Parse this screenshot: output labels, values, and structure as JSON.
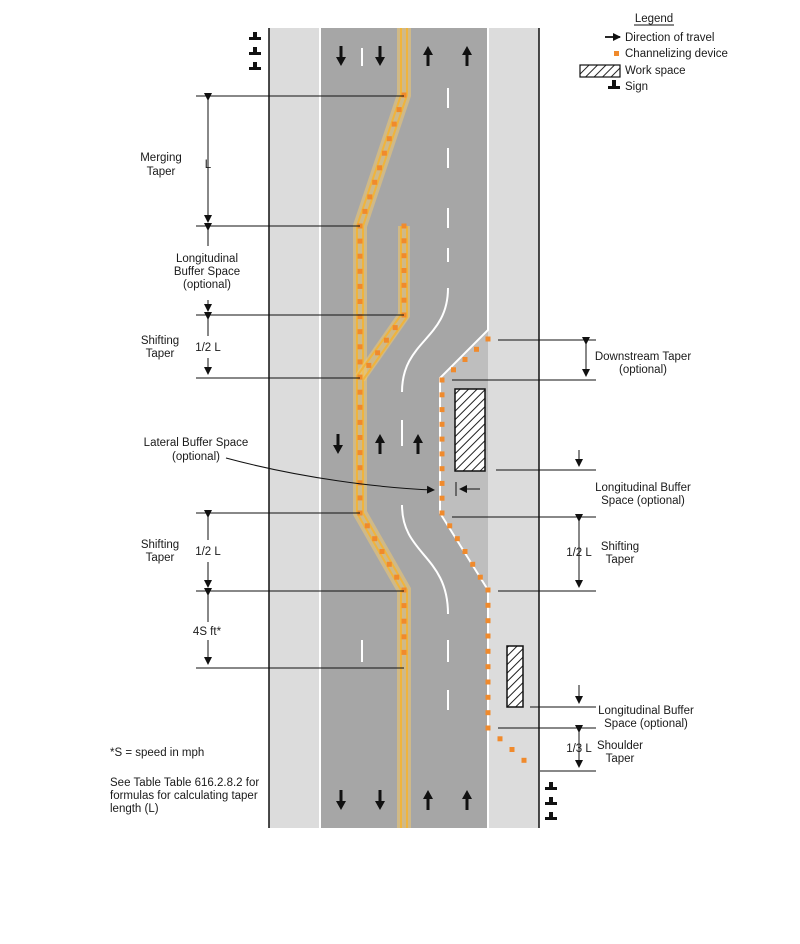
{
  "legend": {
    "title": "Legend",
    "direction": "Direction of travel",
    "device": "Channelizing device",
    "workspace": "Work space",
    "sign": "Sign"
  },
  "labels": {
    "merging_taper_1": "Merging",
    "merging_taper_2": "Taper",
    "L": "L",
    "long_buffer_1": "Longitudinal",
    "long_buffer_2": "Buffer Space",
    "long_buffer_3": "(optional)",
    "shifting_taper_1": "Shifting",
    "shifting_taper_2": "Taper",
    "half_L": "1/2 L",
    "lateral_buffer_1": "Lateral Buffer Space",
    "lateral_buffer_2": "(optional)",
    "shifting_taper_b1": "Shifting",
    "shifting_taper_b2": "Taper",
    "half_L_b": "1/2 L",
    "four_s": "4S ft*",
    "downstream_1": "Downstream Taper",
    "downstream_2": "(optional)",
    "long_buffer_r1": "Longitudinal Buffer",
    "long_buffer_r2": "Space (optional)",
    "half_L_r": "1/2 L",
    "shifting_r1": "Shifting",
    "shifting_r2": "Taper",
    "long_buffer_r3": "Longitudinal Buffer",
    "long_buffer_r4": "Space (optional)",
    "third_L": "1/3 L",
    "shoulder_1": "Shoulder",
    "shoulder_2": "Taper"
  },
  "notes": {
    "speed": "*S = speed in mph",
    "table_1": "See Table Table 616.2.8.2 for",
    "table_2": "formulas for calculating taper",
    "table_3": "length (L)"
  },
  "colors": {
    "road": "#a6a6a6",
    "shoulder": "#dcdcdc",
    "device": "#f08a2c",
    "centerline": "#f0b43c",
    "closed": "#c4c4c4"
  }
}
